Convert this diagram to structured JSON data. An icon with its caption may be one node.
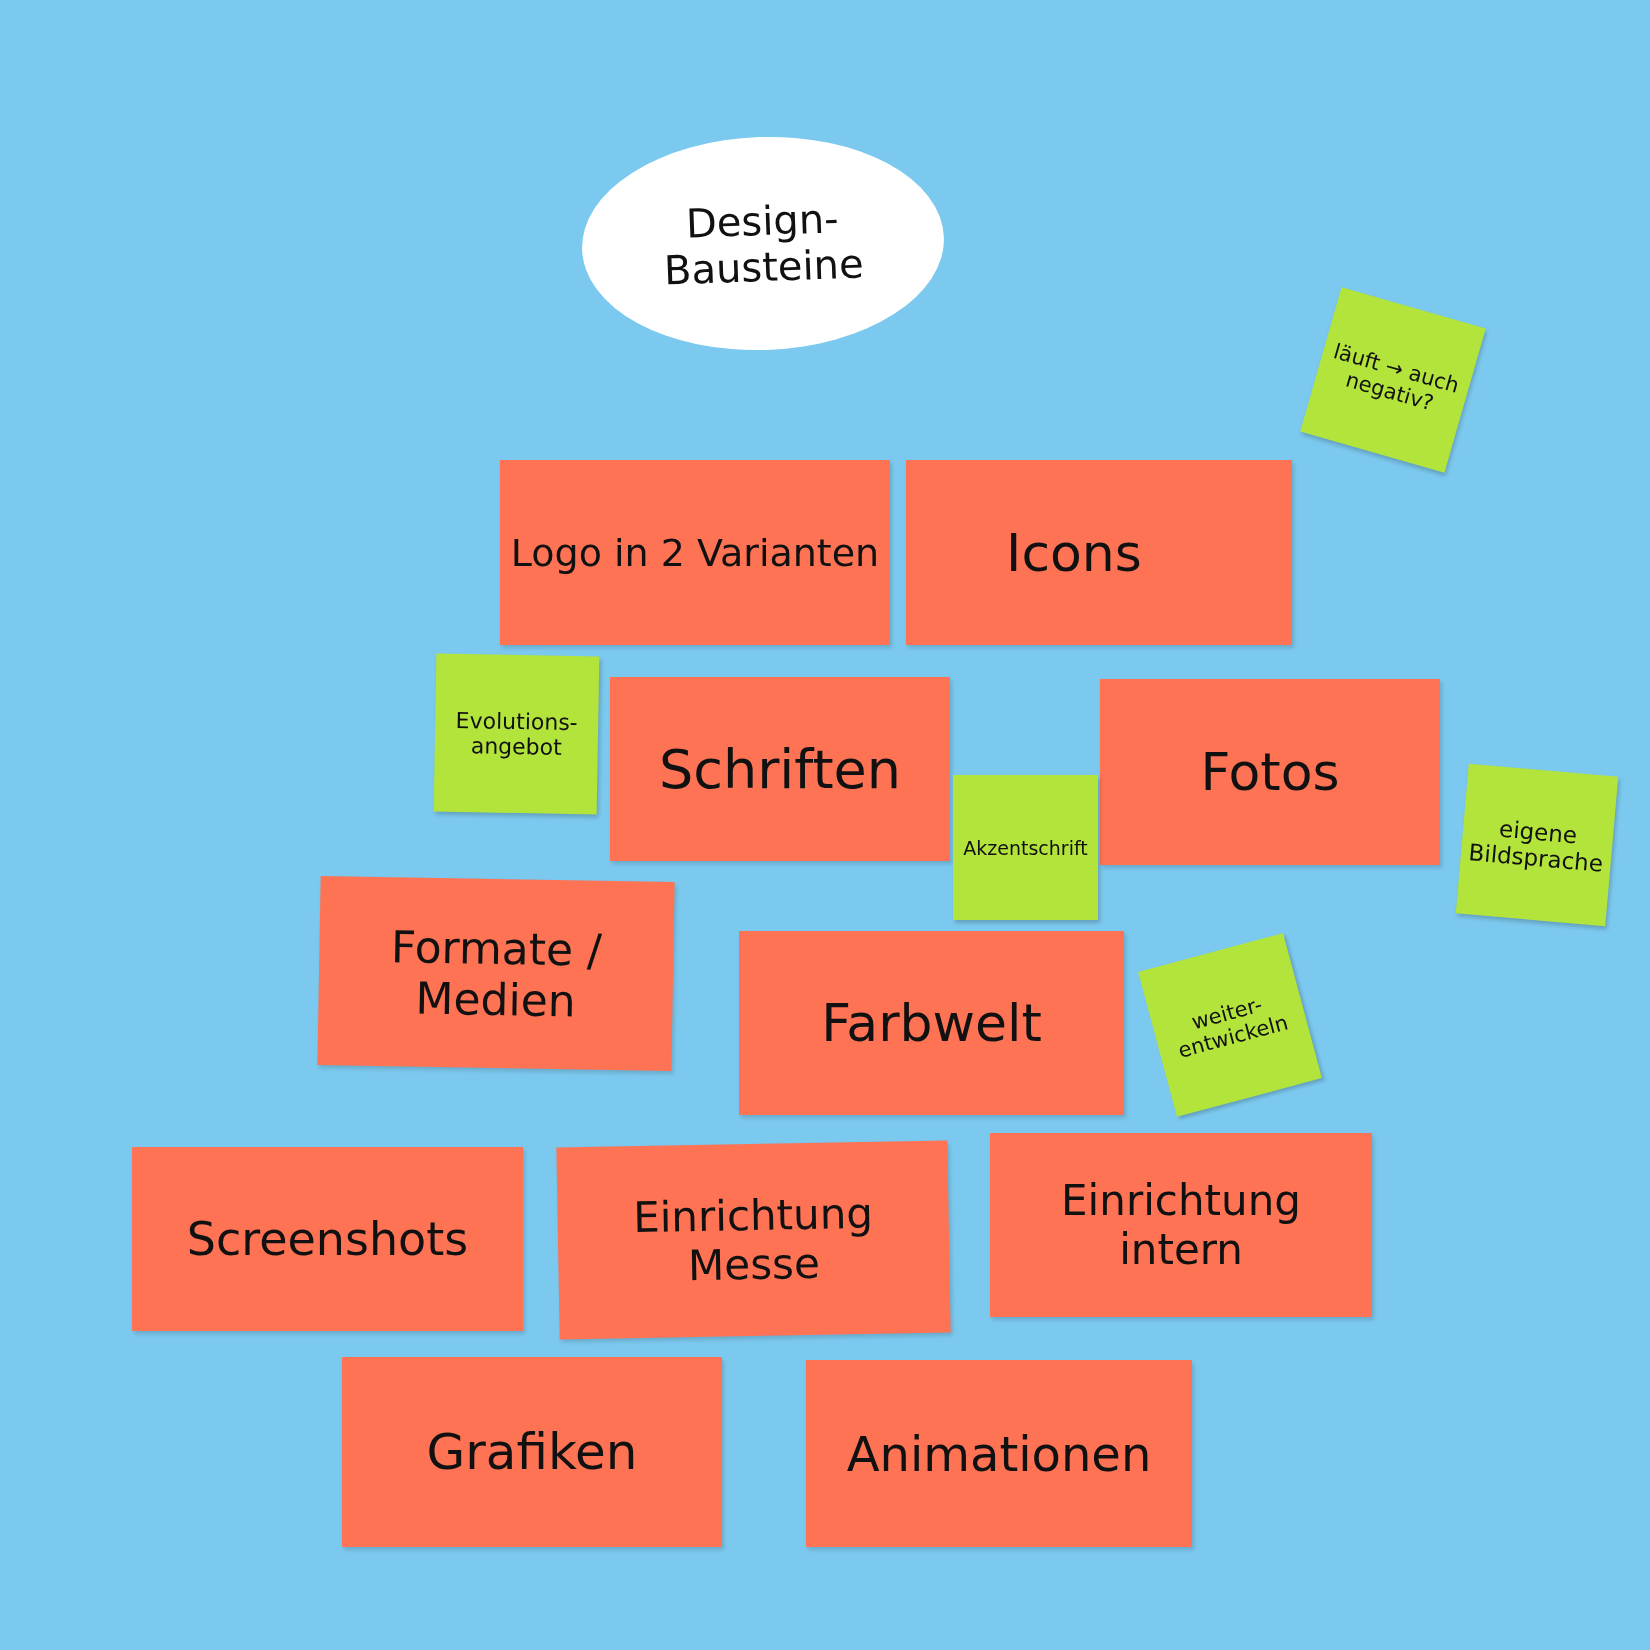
{
  "diagram": {
    "nodes": [
      {
        "text": [
          "Design-Bausteine"
        ]
      },
      {
        "text": [
          "Logo in 2 Varianten"
        ]
      },
      {
        "text": [
          "Icons"
        ]
      },
      {
        "text": [
          "läuft → auch negativ?"
        ]
      },
      {
        "text": [
          "Evolutions-angebot"
        ]
      },
      {
        "text": [
          "Schriften"
        ]
      },
      {
        "text": [
          "Fotos"
        ]
      },
      {
        "text": [
          "Akzentschrift"
        ]
      },
      {
        "text": [
          "eigene Bildsprache"
        ]
      },
      {
        "text": [
          "Formate / Medien"
        ]
      },
      {
        "text": [
          "Farbwelt"
        ]
      },
      {
        "text": [
          "weiter-entwickeln"
        ]
      },
      {
        "text": [
          "Screenshots"
        ]
      },
      {
        "text": [
          "Einrichtung Messe"
        ]
      },
      {
        "text": [
          "Einrichtung intern"
        ]
      },
      {
        "text": [
          "Grafiken"
        ]
      },
      {
        "text": [
          "Animationen"
        ]
      }
    ]
  }
}
